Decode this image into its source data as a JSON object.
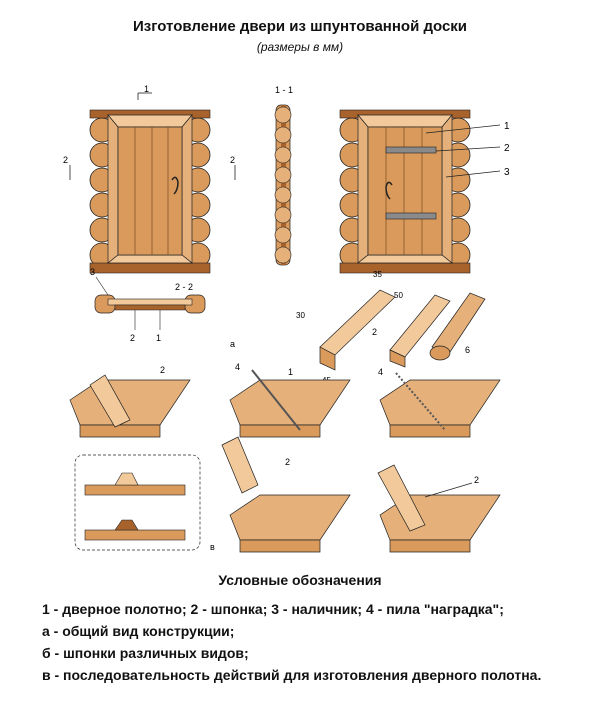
{
  "header": {
    "title": "Изготовление двери из шпунтованной доски",
    "subtitle": "(размеры в мм)"
  },
  "figure": {
    "section_labels": [
      "1 - 1",
      "2 - 2",
      "1",
      "2",
      "1",
      "2",
      "3"
    ],
    "callouts": [
      "1",
      "2",
      "3"
    ],
    "dimensions": [
      "35",
      "50",
      "30",
      "45"
    ],
    "view_letters": [
      "a",
      "б",
      "в"
    ],
    "part_numbers": [
      "2",
      "4",
      "1",
      "4",
      "2",
      "2"
    ]
  },
  "legend": {
    "title": "Условные обозначения",
    "lines": [
      "1 - дверное полотно; 2 - шпонка; 3 - наличник; 4 - пила \"наградка\";",
      "а - общий вид конструкции;",
      "б - шпонки различных видов;",
      "в - последовательность действий для изготовления дверного полотна."
    ]
  },
  "colors": {
    "wood_light": "#f2c99a",
    "wood_mid": "#d99a5c",
    "wood_dark": "#a8622c",
    "line": "#222222",
    "metal": "#8a8a8a"
  }
}
